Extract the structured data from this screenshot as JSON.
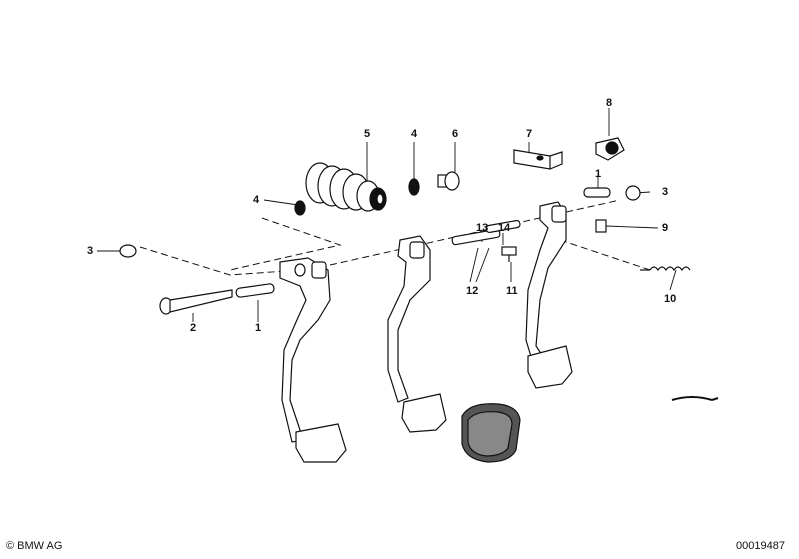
{
  "diagram": {
    "callouts": [
      {
        "id": "c5",
        "text": "5"
      },
      {
        "id": "c4a",
        "text": "4"
      },
      {
        "id": "c6",
        "text": "6"
      },
      {
        "id": "c7",
        "text": "7"
      },
      {
        "id": "c8",
        "text": "8"
      },
      {
        "id": "c1a",
        "text": "1"
      },
      {
        "id": "c3a",
        "text": "3"
      },
      {
        "id": "c9",
        "text": "9"
      },
      {
        "id": "c4b",
        "text": "4"
      },
      {
        "id": "c3b",
        "text": "3"
      },
      {
        "id": "c13",
        "text": "13"
      },
      {
        "id": "c14",
        "text": "14"
      },
      {
        "id": "c12",
        "text": "12"
      },
      {
        "id": "c11",
        "text": "11"
      },
      {
        "id": "c10",
        "text": "10"
      },
      {
        "id": "c2",
        "text": "2"
      },
      {
        "id": "c1b",
        "text": "1"
      }
    ]
  },
  "footer": {
    "copyright": "© BMW AG",
    "image_number": "00019487"
  },
  "colors": {
    "ink": "#111111",
    "background": "#ffffff"
  }
}
